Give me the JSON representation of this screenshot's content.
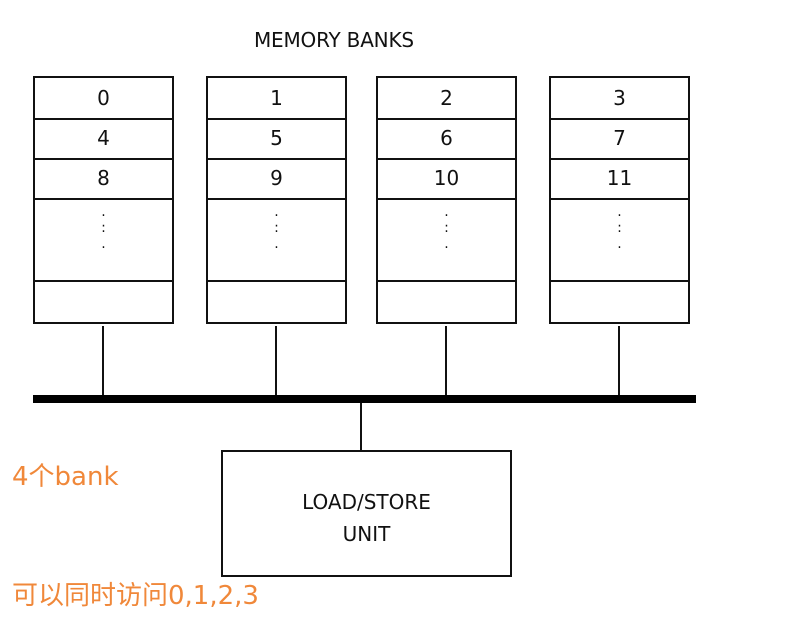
{
  "diagram": {
    "title": "MEMORY BANKS",
    "banks": [
      {
        "rows": [
          "0",
          "4",
          "8"
        ]
      },
      {
        "rows": [
          "1",
          "5",
          "9"
        ]
      },
      {
        "rows": [
          "2",
          "6",
          "10"
        ]
      },
      {
        "rows": [
          "3",
          "7",
          "11"
        ]
      }
    ],
    "ellipsis": ".\n:\n.",
    "unit": {
      "line1": "LOAD/STORE",
      "line2": "UNIT"
    }
  },
  "annotations": {
    "note1": "4个bank",
    "note2": "可以同时访问0,1,2,3",
    "color": "#f0883a"
  }
}
